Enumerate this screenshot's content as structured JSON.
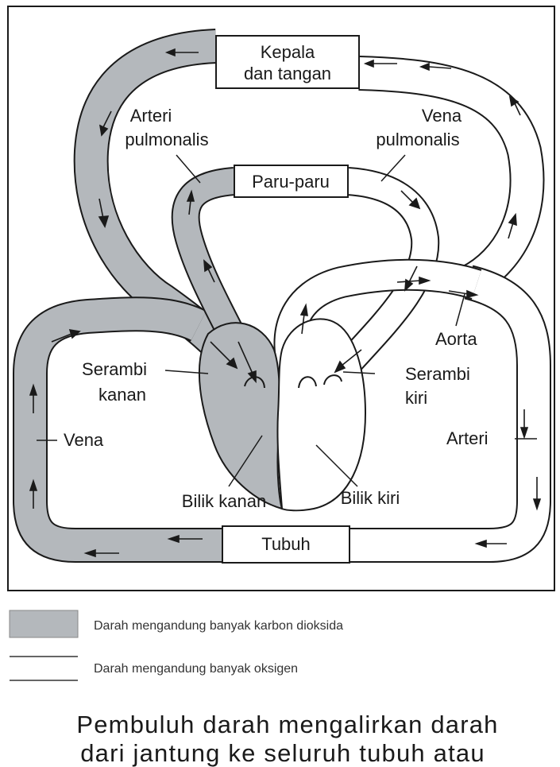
{
  "boxes": {
    "head": [
      "Kepala",
      "dan tangan"
    ],
    "lungs": "Paru-paru",
    "body": "Tubuh"
  },
  "labels": {
    "arteri_pulmonalis": [
      "Arteri",
      "pulmonalis"
    ],
    "vena_pulmonalis": [
      "Vena",
      "pulmonalis"
    ],
    "serambi_kanan": [
      "Serambi",
      "kanan"
    ],
    "serambi_kiri": [
      "Serambi",
      "kiri"
    ],
    "aorta": "Aorta",
    "vena": "Vena",
    "arteri": "Arteri",
    "bilik_kanan": "Bilik kanan",
    "bilik_kiri": "Bilik kiri"
  },
  "legend": {
    "co2": "Darah mengandung banyak karbon dioksida",
    "o2": "Darah mengandung banyak oksigen"
  },
  "caption": [
    "Pembuluh darah mengalirkan darah",
    "dari jantung ke seluruh tubuh atau"
  ],
  "colors": {
    "co2_blood": "#b4b8bc",
    "o2_blood": "#ffffff",
    "outline": "#1a1a1a"
  }
}
